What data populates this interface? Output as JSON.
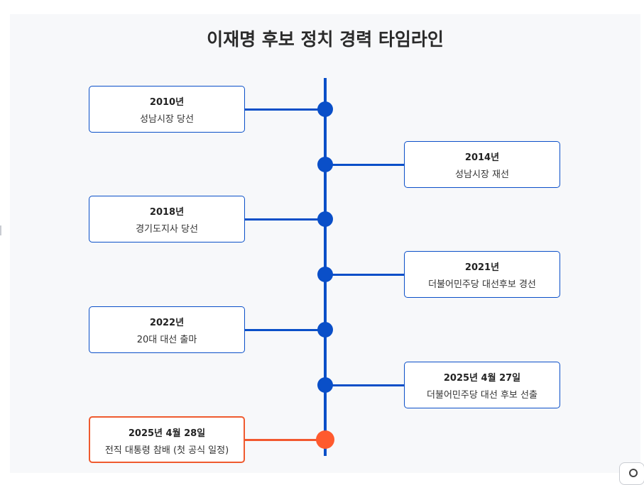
{
  "title": "이재명 후보 정치 경력 타임라인",
  "colors": {
    "axis": "#0a4fc8",
    "highlight": "#ff5a2e",
    "background": "#f7f8fa"
  },
  "events": [
    {
      "year": "2010년",
      "desc": "성남시장 당선",
      "side": "left",
      "highlight": false
    },
    {
      "year": "2014년",
      "desc": "성남시장 재선",
      "side": "right",
      "highlight": false
    },
    {
      "year": "2018년",
      "desc": "경기도지사 당선",
      "side": "left",
      "highlight": false
    },
    {
      "year": "2021년",
      "desc": "더불어민주당 대선후보 경선",
      "side": "right",
      "highlight": false
    },
    {
      "year": "2022년",
      "desc": "20대 대선 출마",
      "side": "left",
      "highlight": false
    },
    {
      "year": "2025년 4월 27일",
      "desc": "더불어민주당 대선 후보 선출",
      "side": "right",
      "highlight": false
    },
    {
      "year": "2025년 4월 28일",
      "desc": "전직 대통령 참배 (첫 공식 일정)",
      "side": "left",
      "highlight": true
    }
  ],
  "corner_icon": "search-icon"
}
